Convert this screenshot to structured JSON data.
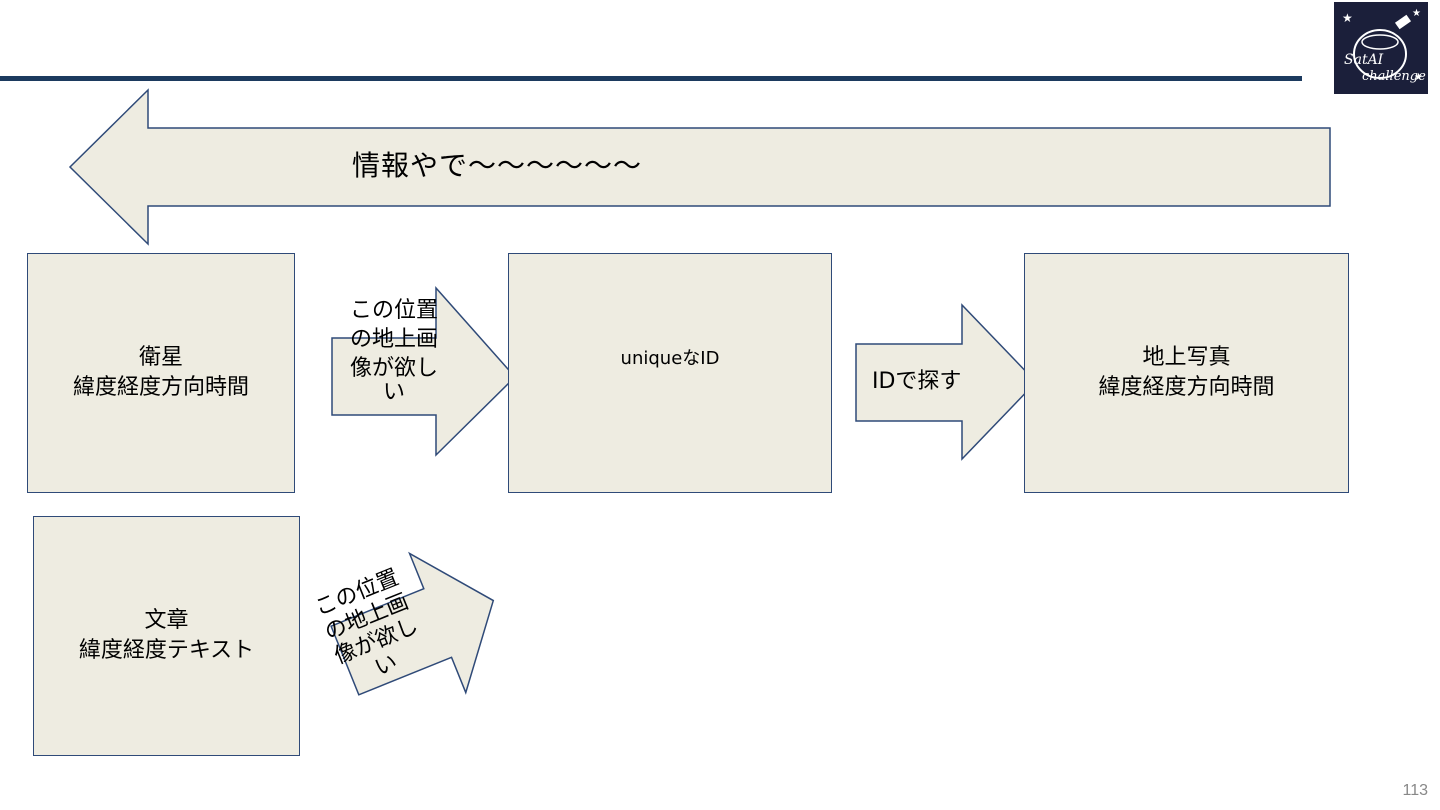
{
  "colors": {
    "shape_fill": "#eeece1",
    "shape_stroke": "#2f4a78",
    "title_rule": "#1c3a5e",
    "logo_bg": "#1b1f3a"
  },
  "logo": {
    "text_line1": "SatAI",
    "text_line2": "challenge"
  },
  "top_arrow": {
    "label": "情報やで～～～～～～"
  },
  "boxes": {
    "satellite": {
      "line1": "衛星",
      "line2": "緯度経度方向時間"
    },
    "unique_id": {
      "line1": "uniqueなID"
    },
    "ground_photo": {
      "line1": "地上写真",
      "line2": "緯度経度方向時間"
    },
    "document": {
      "line1": "文章",
      "line2": "緯度経度テキスト"
    }
  },
  "arrows": {
    "want_ground_image": {
      "lines": [
        "この位置",
        "の地上画",
        "像が欲し",
        "い"
      ]
    },
    "search_by_id": {
      "label": "IDで探す"
    },
    "want_ground_image_tilted": {
      "lines": [
        "この位置",
        "の地上画",
        "像が欲し",
        "い"
      ]
    }
  },
  "page_number": "113"
}
